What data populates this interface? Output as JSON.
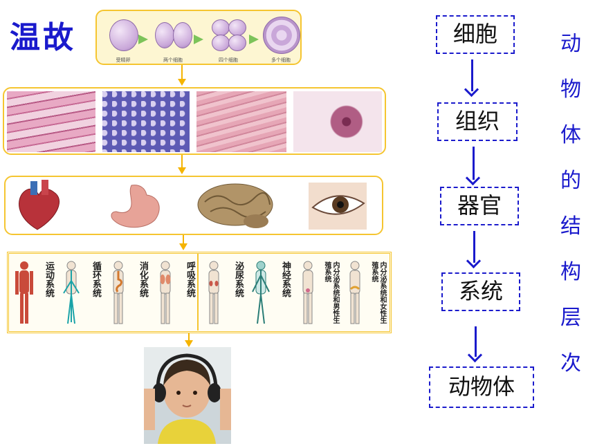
{
  "title": "温故",
  "cell_division": {
    "stages": [
      "受精卵",
      "两个细胞",
      "四个细胞",
      "多个细胞"
    ]
  },
  "systems": [
    {
      "label": "运动系统"
    },
    {
      "label": "循环系统"
    },
    {
      "label": "消化系统"
    },
    {
      "label": "呼吸系统"
    },
    {
      "label": "泌尿系统"
    },
    {
      "label": "神经系统"
    },
    {
      "label": "内分泌系统和男性生殖系统"
    },
    {
      "label": "内分泌系统和女性生殖系统"
    }
  ],
  "hierarchy": [
    "细胞",
    "组织",
    "器官",
    "系统",
    "动物体"
  ],
  "side_title": [
    "动",
    "物",
    "体",
    "的",
    "结",
    "构",
    "层",
    "次"
  ],
  "colors": {
    "accent_blue": "#1a1acc",
    "frame_yellow": "#f5c530",
    "arrow_yellow": "#f5b400"
  }
}
